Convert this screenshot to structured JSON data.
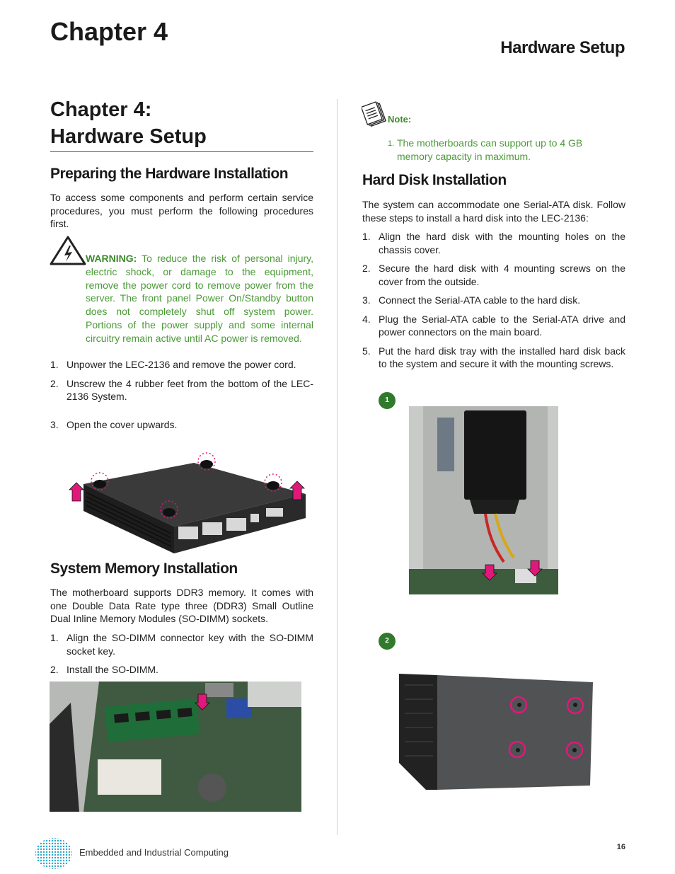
{
  "header": {
    "chapter": "Chapter 4",
    "section": "Hardware Setup"
  },
  "title": {
    "line1": "Chapter 4:",
    "line2": "Hardware Setup"
  },
  "preparing": {
    "heading": "Preparing the Hardware Installation",
    "intro": "To access some components and perform certain service procedures, you must perform  the following procedures first.",
    "warning_label": "WARNING:",
    "warning_text": " To reduce the risk of personal injury, electric shock, or damage to the equipment, remove the power cord to remove power from the server. The front panel Power On/Standby button does not completely shut off system power. Portions of the power supply and some internal circuitry remain active until AC power is removed.",
    "steps": [
      {
        "num": "1.",
        "text": "Unpower the LEC-2136 and remove the power cord."
      },
      {
        "num": "2.",
        "text": "Unscrew the 4 rubber feet from the bottom of the LEC-2136 System."
      },
      {
        "num": "3.",
        "text": "Open the cover upwards."
      }
    ]
  },
  "memory": {
    "heading": "System Memory Installation",
    "intro": "The motherboard supports DDR3 memory.  It comes with one Double Data Rate type three (DDR3) Small Outline Dual Inline Memory Modules (SO-DIMM) sockets.",
    "steps": [
      {
        "num": "1.",
        "text": "Align the SO-DIMM connector key with the SO-DIMM socket key."
      },
      {
        "num": "2.",
        "text": " Install the SO-DIMM."
      }
    ]
  },
  "note": {
    "label": "Note:",
    "num": "1.",
    "text": "The  motherboards can support up to 4 GB memory capacity in maximum."
  },
  "harddisk": {
    "heading": "Hard Disk Installation",
    "intro": "The system can accommodate one Serial-ATA disk. Follow these steps to install a hard disk into the LEC-2136:",
    "steps": [
      {
        "num": "1.",
        "text": "Align the hard disk with the mounting holes on the chassis cover."
      },
      {
        "num": "2.",
        "text": "Secure the hard disk with 4 mounting screws on the cover from the outside."
      },
      {
        "num": "3.",
        "text": "Connect the Serial-ATA cable to the hard disk."
      },
      {
        "num": "4.",
        "text": "Plug the Serial-ATA cable to the Serial-ATA drive and power connectors on the main board."
      },
      {
        "num": "5.",
        "text": "Put the hard disk tray with the installed hard disk back to the system and secure it with the mounting screws."
      }
    ],
    "badge1": "1",
    "badge2": "2"
  },
  "footer": {
    "text": "Embedded and Industrial Computing",
    "page": "16"
  },
  "colors": {
    "accent_green": "#4a9a36",
    "marker_pink": "#e0187a"
  }
}
